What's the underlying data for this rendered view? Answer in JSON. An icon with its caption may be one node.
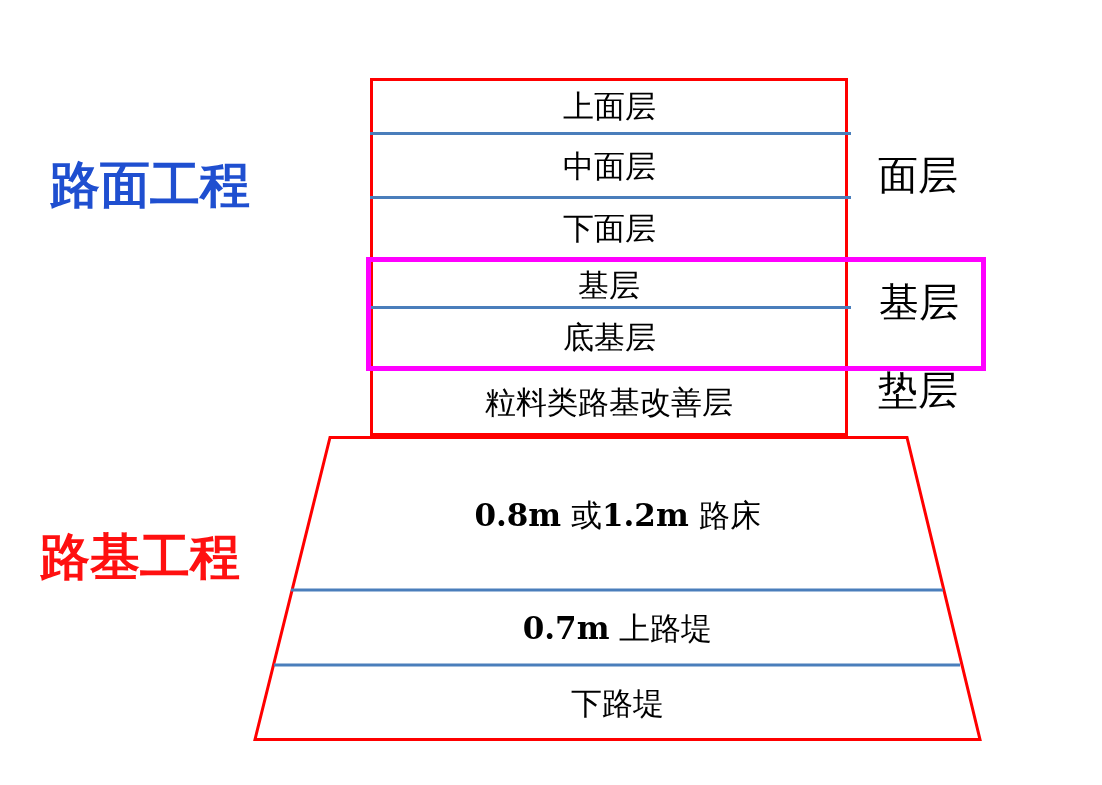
{
  "diagram": {
    "nodes": [
      {
        "text": [],
        "shape": "box"
      },
      {
        "text": [
          "上面层"
        ],
        "in": 0
      },
      {
        "text": [
          "中面层"
        ],
        "in": 0
      },
      {
        "text": [
          "下面层"
        ],
        "in": 0
      },
      {
        "text": [
          "基层"
        ]
      },
      {
        "text": [
          "底基层"
        ]
      },
      {
        "text": [
          "粒料类路基改善层"
        ],
        "in": 0
      },
      {
        "text": [
          "基层"
        ]
      },
      {
        "text": [],
        "shape": "trapezoid"
      },
      {
        "text": [
          "**0.8m** 或**1.2m**  路床"
        ],
        "in": 8
      },
      {
        "text": [
          "**0.7m** 上路堤"
        ],
        "in": 8
      },
      {
        "text": [
          "下路堤"
        ],
        "in": 8
      }
    ],
    "edges": [],
    "labels": [
      "路面工程",
      "面层",
      "垫层",
      "路基工程"
    ]
  }
}
